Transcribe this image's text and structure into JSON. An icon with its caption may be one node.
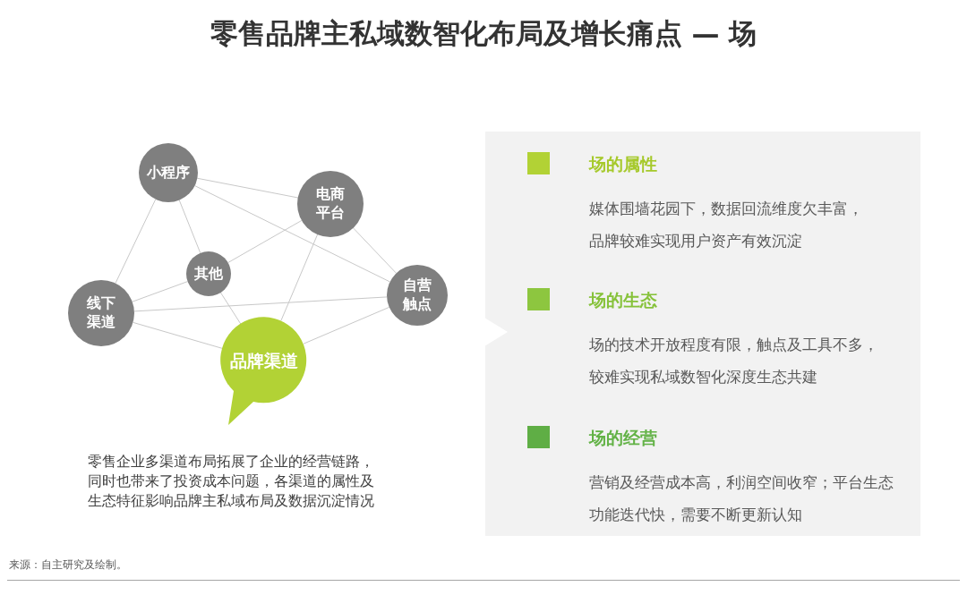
{
  "diagram": {
    "title": "零售品牌主私域数智化布局及增长痛点 — 场",
    "nodes": [
      {
        "text": [
          "小程序"
        ]
      },
      {
        "text": [
          "电商平台"
        ]
      },
      {
        "text": [
          "其他"
        ]
      },
      {
        "text": [
          "线下渠道"
        ]
      },
      {
        "text": [
          "自营触点"
        ]
      },
      {
        "text": [
          "品牌渠道"
        ]
      },
      {
        "text": [],
        "shape": "box"
      },
      {
        "text": [
          "场的属性",
          "媒体围墙花园下，数据回流维度欠丰富，品牌较难实现用户资产有效沉淀"
        ],
        "in": 6
      },
      {
        "text": [
          "场的生态",
          "场的技术开放程度有限，触点及工具不多，较难实现私域数智化深度生态共建"
        ],
        "in": 6
      },
      {
        "text": [
          "场的经营",
          "营销及经营成本高，利润空间收窄；平台生态功能迭代快，需要不断更新认知"
        ],
        "in": 6
      }
    ],
    "edges": [
      {
        "from": 0,
        "to": 3,
        "arrow": "none"
      },
      {
        "from": 0,
        "to": 2,
        "arrow": "none"
      },
      {
        "from": 0,
        "to": 1,
        "arrow": "none"
      },
      {
        "from": 0,
        "to": 4,
        "arrow": "none"
      },
      {
        "from": 2,
        "to": 5,
        "arrow": "none"
      },
      {
        "from": 1,
        "to": 2,
        "arrow": "none"
      },
      {
        "from": 1,
        "to": 5,
        "arrow": "none"
      },
      {
        "from": 1,
        "to": 4,
        "arrow": "none"
      },
      {
        "from": 3,
        "to": 2,
        "arrow": "none"
      },
      {
        "from": 3,
        "to": 4,
        "arrow": "none"
      },
      {
        "from": 3,
        "to": 5,
        "arrow": "none"
      },
      {
        "from": 4,
        "to": 5,
        "arrow": "none"
      }
    ],
    "labels": [
      "零售企业多渠道布局拓展了企业的经营链路，同时也带来了投资成本问题，各渠道的属性及生态特征影响品牌主私域布局及数据沉淀情况",
      "来源：自主研究及绘制。"
    ]
  }
}
